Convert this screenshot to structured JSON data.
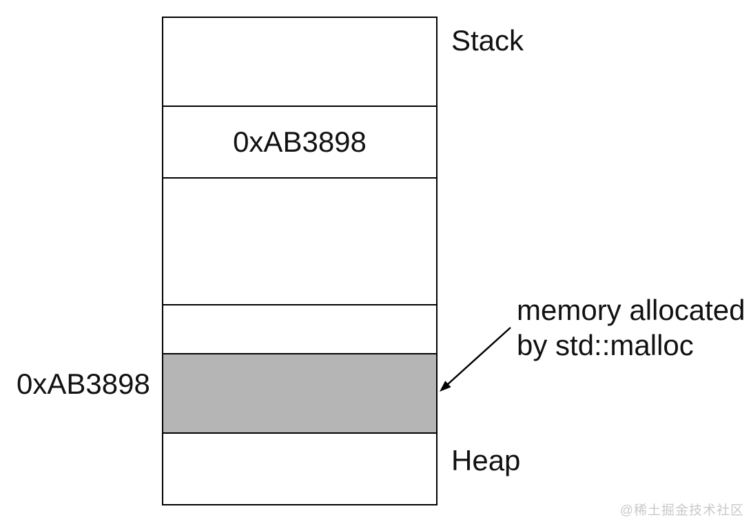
{
  "diagram": {
    "stack_label": "Stack",
    "heap_label": "Heap",
    "stack_cell_value": "0xAB3898",
    "heap_address_label": "0xAB3898",
    "annotation": {
      "line1": "memory allocated",
      "line2": "by std::malloc"
    },
    "colors": {
      "allocated_fill": "#b5b5b5",
      "line": "#000000"
    }
  },
  "watermark": "@稀土掘金技术社区"
}
